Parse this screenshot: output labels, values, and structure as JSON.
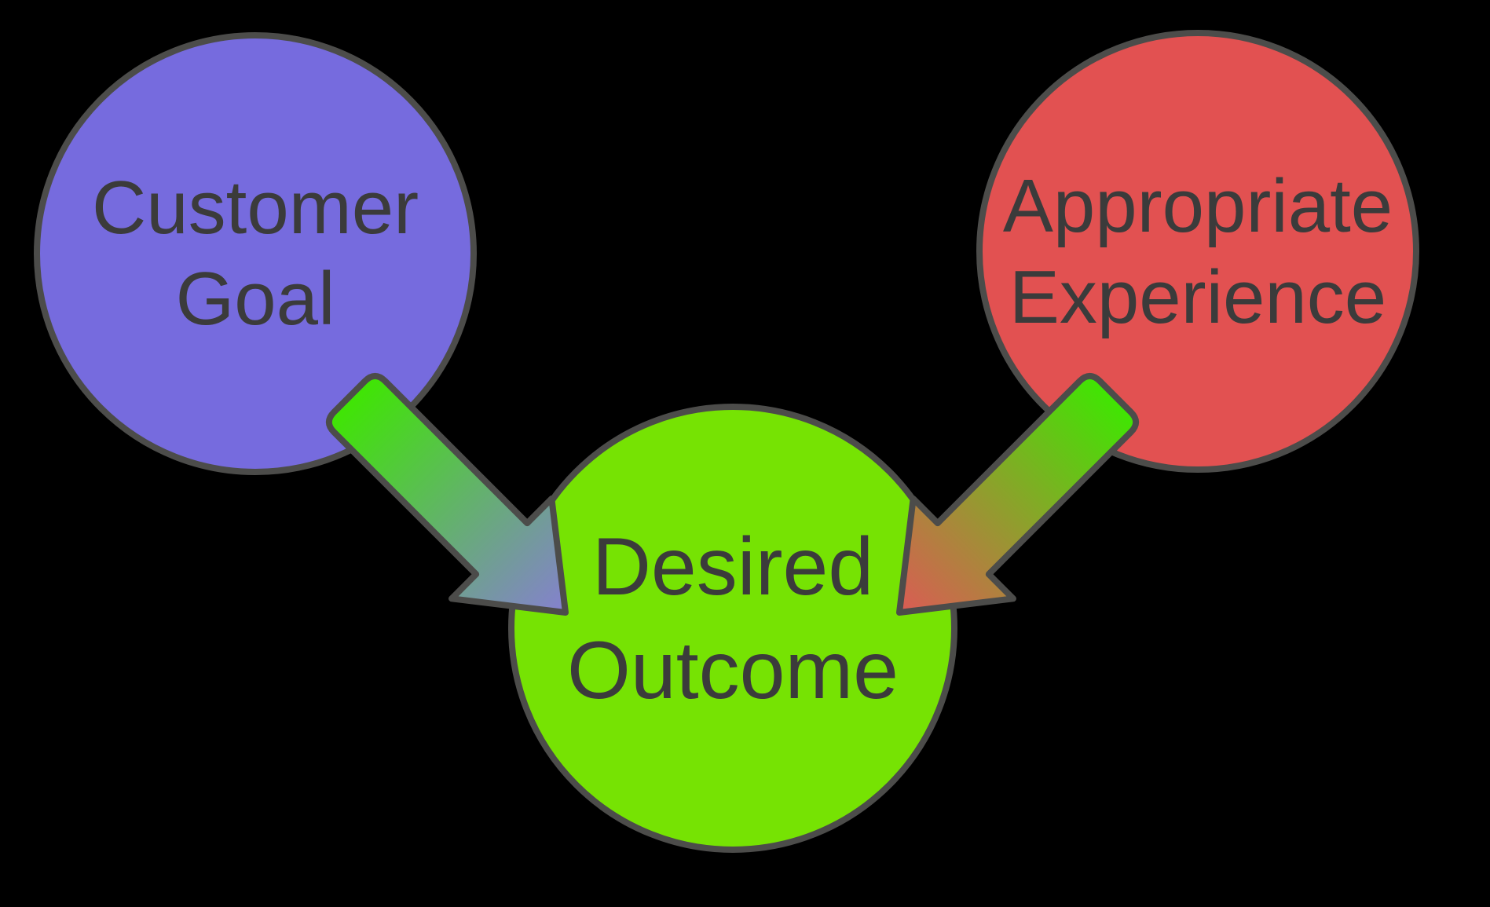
{
  "diagram": {
    "background_color": "#000000",
    "outline_color": "#4C4C4A",
    "label_color": "#3B3B3B",
    "nodes": {
      "customer_goal": {
        "label_line1": "Customer",
        "label_line2": "Goal",
        "fill": "#766BDE"
      },
      "appropriate_experience": {
        "label_line1": "Appropriate",
        "label_line2": "Experience",
        "fill": "#E25151"
      },
      "desired_outcome": {
        "label_line1": "Desired",
        "label_line2": "Outcome",
        "fill": "#76E303"
      }
    },
    "arrows": {
      "goal_to_outcome": {
        "source": "Customer Goal",
        "target": "Desired Outcome",
        "gradient_start": "#3FE602",
        "gradient_end": "#8580D0"
      },
      "experience_to_outcome": {
        "source": "Appropriate Experience",
        "target": "Desired Outcome",
        "gradient_start": "#3FE602",
        "gradient_end": "#DB5B55"
      }
    }
  }
}
